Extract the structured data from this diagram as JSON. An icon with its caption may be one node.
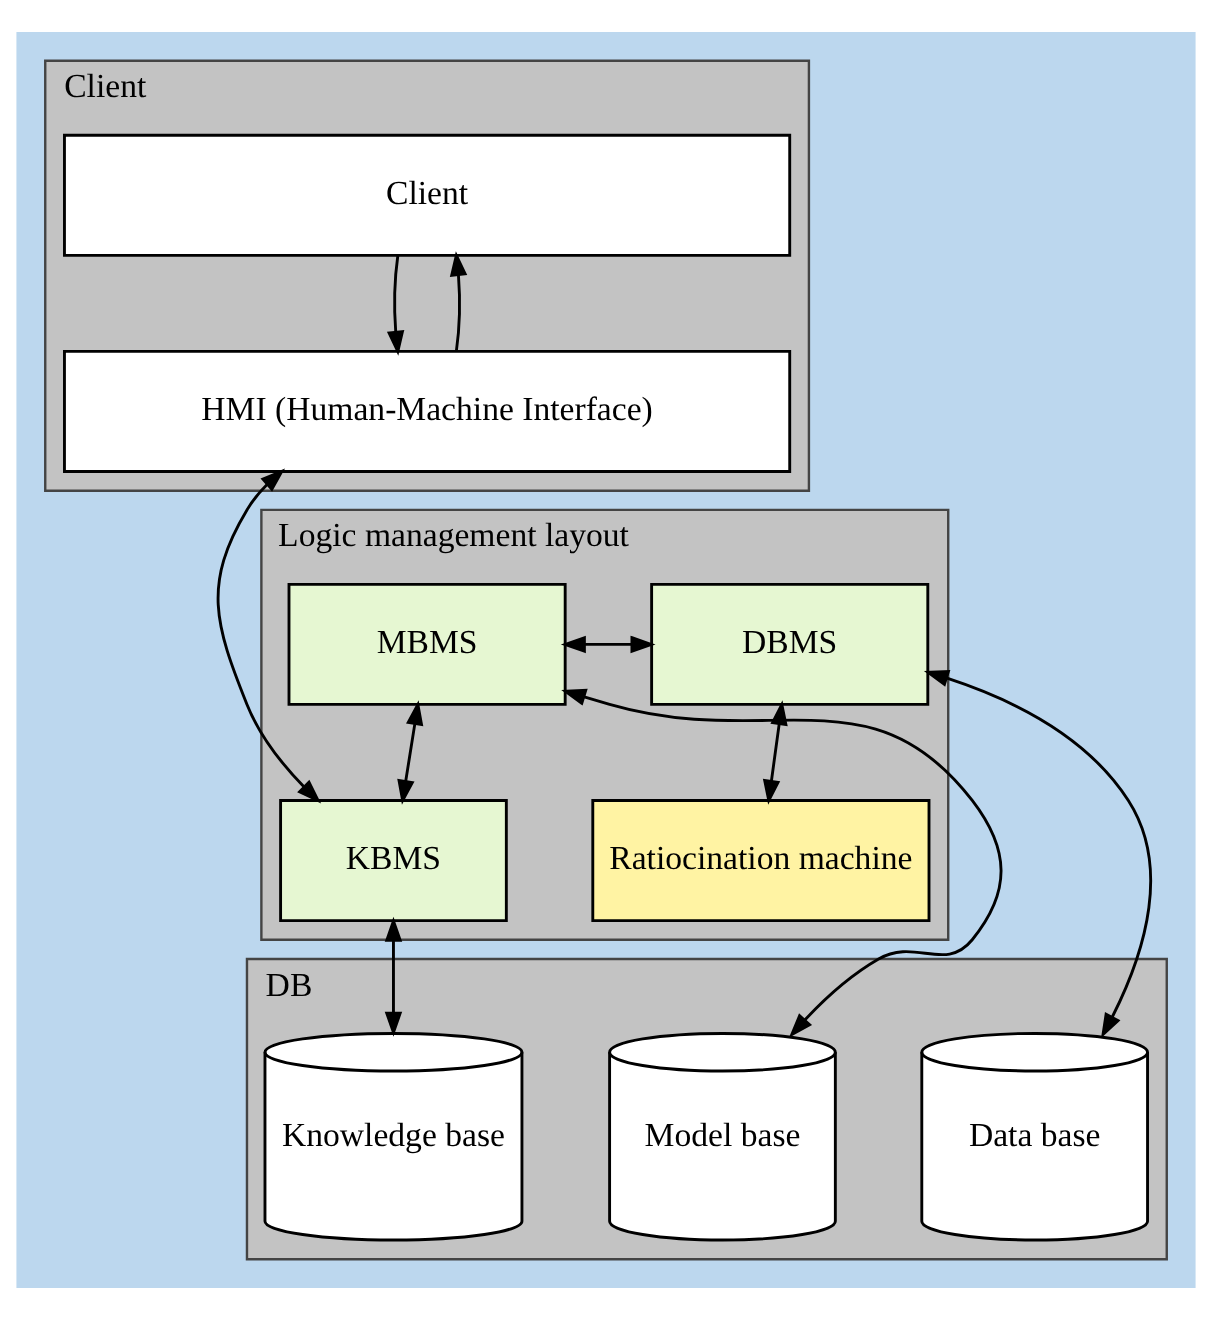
{
  "diagram": {
    "nodes": [
      {
        "text": [
          "Client"
        ]
      },
      {
        "text": [
          "Client"
        ],
        "in": 0
      },
      {
        "text": [
          "HMI (Human-Machine Interface)"
        ],
        "in": 0
      },
      {
        "text": [
          "Logic management layout"
        ]
      },
      {
        "text": [
          "MBMS"
        ],
        "in": 3
      },
      {
        "text": [
          "DBMS"
        ],
        "in": 3
      },
      {
        "text": [
          "KBMS"
        ],
        "in": 3
      },
      {
        "text": [
          "Ratiocination machine"
        ],
        "in": 3
      },
      {
        "text": [
          "DB"
        ]
      },
      {
        "text": [
          "Model base"
        ],
        "in": 8
      },
      {
        "text": [
          "Knowledge base"
        ],
        "in": 8
      },
      {
        "text": [
          "Data base"
        ],
        "in": 8
      }
    ],
    "edges": [
      {
        "from": 1,
        "to": 2,
        "arrow": "to"
      },
      {
        "from": 2,
        "to": 1,
        "arrow": "to"
      },
      {
        "from": 2,
        "to": 6,
        "arrow": "both"
      },
      {
        "from": 4,
        "to": 5,
        "arrow": "both"
      },
      {
        "from": 4,
        "to": 6,
        "arrow": "both"
      },
      {
        "from": 5,
        "to": 7,
        "arrow": "both"
      },
      {
        "from": 4,
        "to": 9,
        "arrow": "both"
      },
      {
        "from": 6,
        "to": 10,
        "arrow": "both"
      },
      {
        "from": 5,
        "to": 11,
        "arrow": "both"
      }
    ]
  }
}
